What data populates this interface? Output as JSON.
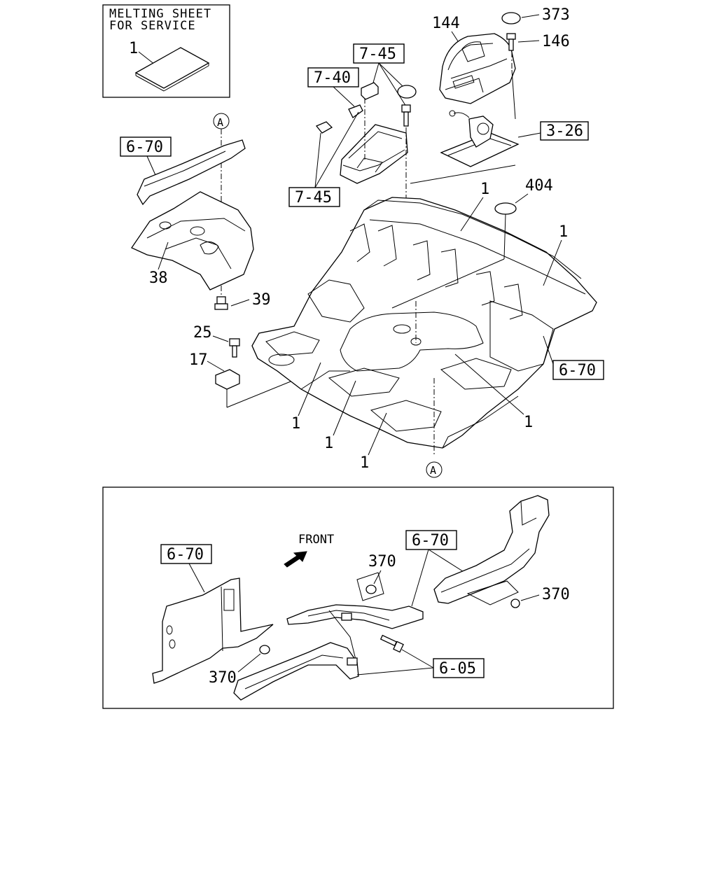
{
  "inset_note": {
    "line1": "MELTING SHEET",
    "line2": "FOR SERVICE",
    "part": "1"
  },
  "callouts": {
    "p373": "373",
    "p146": "146",
    "p144": "144",
    "p404": "404",
    "p38": "38",
    "p39": "39",
    "p25": "25",
    "p17": "17",
    "p1": "1",
    "p370": "370"
  },
  "refs": {
    "r745": "7-45",
    "r740": "7-40",
    "r326": "3-26",
    "r670": "6-70",
    "r605": "6-05"
  },
  "markers": {
    "a": "A"
  },
  "front_label": "FRONT"
}
